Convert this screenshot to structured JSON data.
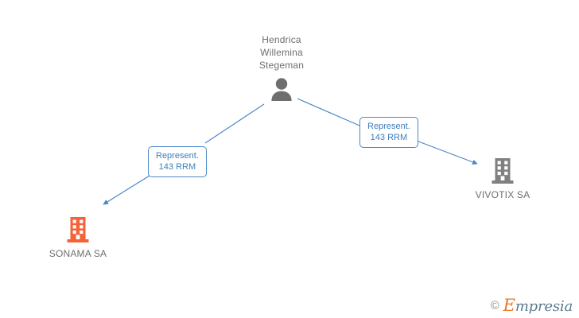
{
  "diagram": {
    "type": "relationship-graph",
    "background": "#ffffff",
    "person": {
      "name": "Hendrica Willemina Stegeman",
      "name_lines": "Hendrica\nWillemina\nStegeman",
      "icon": "person-icon",
      "icon_color": "#6e6e6e"
    },
    "companies": [
      {
        "id": "sonama",
        "label": "SONAMA SA",
        "icon": "building-icon",
        "icon_color": "#f4623a",
        "label_color": "#6e6e6e"
      },
      {
        "id": "vivotix",
        "label": "VIVOTIX SA",
        "icon": "building-icon",
        "icon_color": "#808080",
        "label_color": "#6e6e6e"
      }
    ],
    "edges": [
      {
        "id": "edge-sonama",
        "from": "person",
        "to": "sonama",
        "role": "Represent.",
        "code": "143 RRM",
        "color": "#4a87c8"
      },
      {
        "id": "edge-vivotix",
        "from": "person",
        "to": "vivotix",
        "role": "Represent.",
        "code": "143 RRM",
        "color": "#4a87c8"
      }
    ]
  },
  "watermark": {
    "copyright": "©",
    "brand_initial": "E",
    "brand_rest": "mpresia",
    "brand_color": "#5a7a8c",
    "initial_color": "#e8762c"
  }
}
